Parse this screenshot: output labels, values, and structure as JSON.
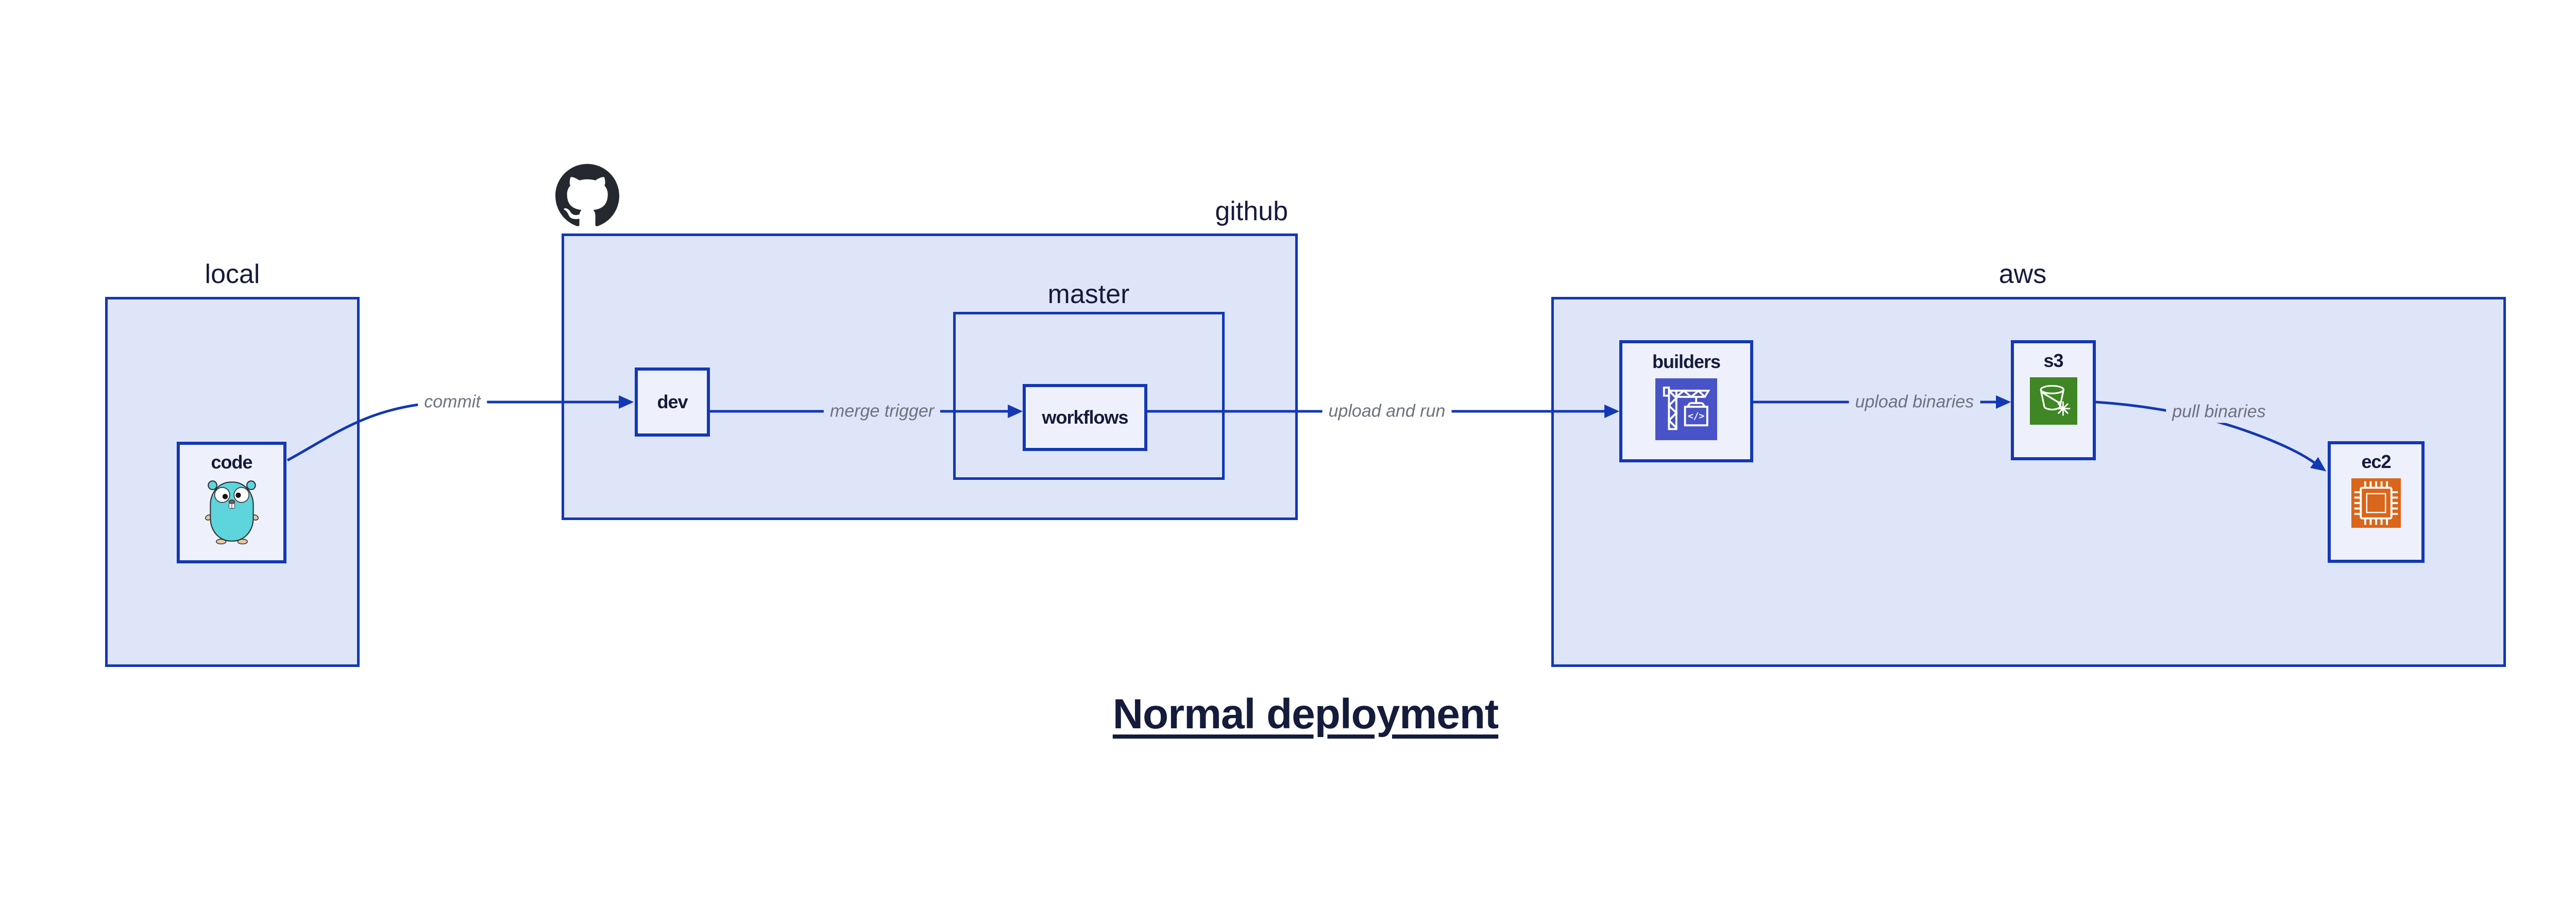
{
  "title": {
    "text": "Normal deployment"
  },
  "containers": {
    "local": {
      "label": "local"
    },
    "github": {
      "label": "github"
    },
    "master": {
      "label": "master"
    },
    "aws": {
      "label": "aws"
    }
  },
  "nodes": {
    "code": {
      "label": "code",
      "icon": "go-gopher-icon"
    },
    "dev": {
      "label": "dev"
    },
    "workflows": {
      "label": "workflows"
    },
    "builders": {
      "label": "builders",
      "icon": "aws-codebuild-icon",
      "icon_glyph": "</>"
    },
    "s3": {
      "label": "s3",
      "icon": "aws-s3-glacier-icon"
    },
    "ec2": {
      "label": "ec2",
      "icon": "aws-ec2-icon"
    }
  },
  "edges": {
    "commit": {
      "label": "commit"
    },
    "merge_trigger": {
      "label": "merge trigger"
    },
    "upload_and_run": {
      "label": "upload and run"
    },
    "upload_binaries": {
      "label": "upload binaries"
    },
    "pull_binaries": {
      "label": "pull binaries"
    }
  },
  "logo": {
    "name": "github-octocat-logo"
  },
  "colors": {
    "diagram_blue": "#1238b4",
    "container_fill": "#dfe5f8",
    "node_fill": "#eef1fb",
    "text_navy": "#151b3b",
    "edge_label_gray": "#6c7280",
    "codebuild_indigo": "#4953c8",
    "s3_green": "#3f8624",
    "ec2_orange": "#d9661a",
    "gopher_teal": "#5ed4dc",
    "github_black": "#24292f"
  }
}
